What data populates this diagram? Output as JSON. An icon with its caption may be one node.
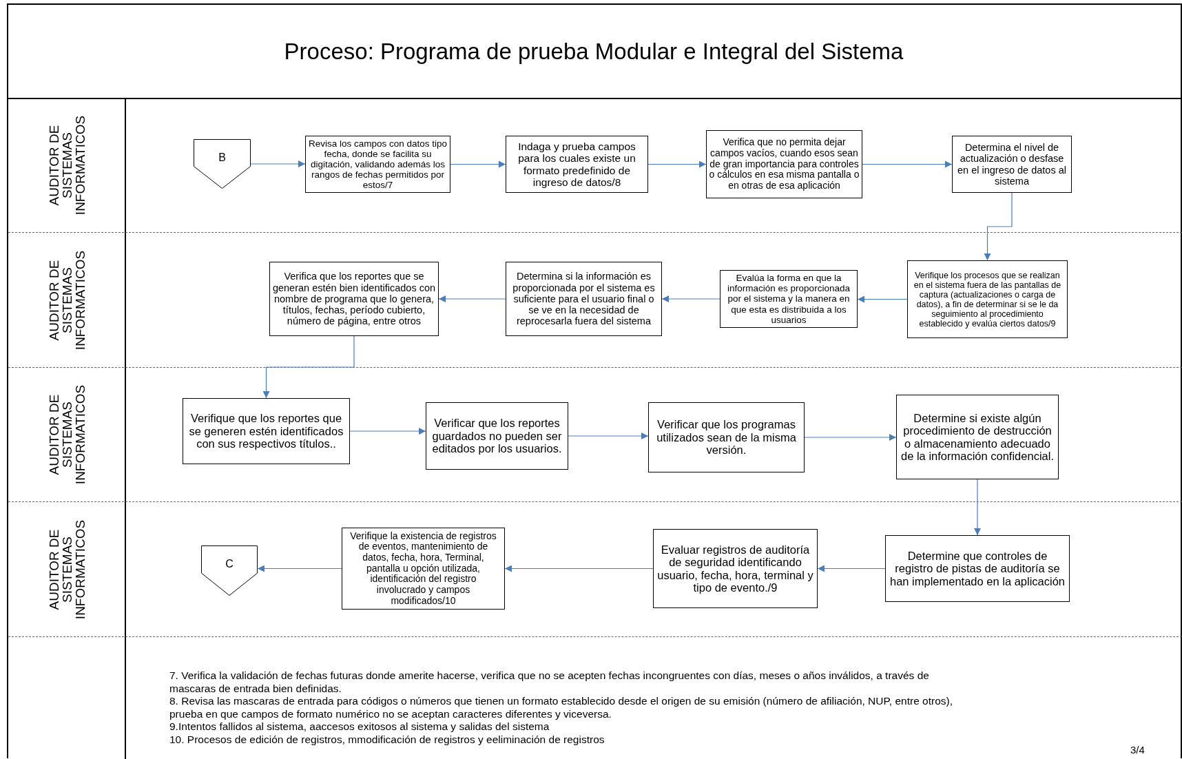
{
  "diagram": {
    "title": "Proceso: Programa de prueba Modular e Integral del Sistema",
    "nodes": [
      {
        "text": [
          "AUDITOR DE SISTEMAS INFORMATICOS"
        ]
      },
      {
        "text": [
          "B"
        ],
        "in": 0
      },
      {
        "text": [
          "Revisa los campos con datos tipo fecha, donde se facilita su digitación, validando además los rangos de fechas permitidos por estos/7"
        ],
        "in": 0
      },
      {
        "text": [
          "Indaga y prueba campos para los cuales existe un formato predefinido de ingreso de datos/8"
        ],
        "in": 0
      },
      {
        "text": [
          "Verifica que no permita dejar campos vacíos, cuando esos sean de gran importancia para controles o cálculos en esa misma pantalla o en otras de esa aplicación"
        ],
        "in": 0
      },
      {
        "text": [
          "Determina el nivel de actualización o desfase en el ingreso de datos al sistema"
        ],
        "in": 0
      },
      {
        "text": [
          "AUDITOR DE SISTEMAS INFORMATICOS"
        ]
      },
      {
        "text": [
          "Verifique los procesos que se realizan en el sistema fuera de las pantallas de captura (actualizaciones o carga de datos), a fin de determinar si se le da seguimiento al procedimiento establecido y evalúa ciertos datos/9"
        ],
        "in": 6
      },
      {
        "text": [
          "Evalúa la forma en que la información es proporcionada por el sistema y la manera en que esta es distribuida a los usuarios"
        ],
        "in": 6
      },
      {
        "text": [
          "Determina si la información es proporcionada por el sistema es suficiente para el usuario final o se ve en la necesidad de reprocesarla fuera del sistema"
        ],
        "in": 6
      },
      {
        "text": [
          "Verifica que los reportes que se generan estén bien identificados con nombre de programa que lo genera, títulos, fechas, período cubierto, número de página, entre otros"
        ],
        "in": 6
      },
      {
        "text": [
          "AUDITOR DE SISTEMAS INFORMATICOS"
        ]
      },
      {
        "text": [
          "Verifique que los reportes que se generen estén identificados con sus respectivos títulos.."
        ],
        "in": 11
      },
      {
        "text": [
          "Verificar que los reportes guardados no pueden ser editados por los usuarios."
        ],
        "in": 11
      },
      {
        "text": [
          "Verificar que los programas utilizados sean de la misma versión."
        ],
        "in": 11
      },
      {
        "text": [
          "Determine si existe algún procedimiento de destrucción o almacenamiento adecuado de la información confidencial."
        ],
        "in": 11
      },
      {
        "text": [
          "AUDITOR DE SISTEMAS INFORMATICOS"
        ]
      },
      {
        "text": [
          "Determine que controles de registro de pistas de auditoría se han implementado en la aplicación"
        ],
        "in": 16
      },
      {
        "text": [
          "Evaluar registros de auditoría de seguridad identificando usuario, fecha, hora, terminal y tipo de evento./9"
        ],
        "in": 16
      },
      {
        "text": [
          "Verifique la existencia de registros de eventos, mantenimiento de datos, fecha, hora, Terminal, pantalla u opción utilizada, identificación del registro involucrado y campos modificados/10"
        ],
        "in": 16
      },
      {
        "text": [
          "C"
        ],
        "in": 16
      }
    ],
    "edges": [
      {
        "from": 1,
        "to": 2,
        "arrow": "to"
      },
      {
        "from": 2,
        "to": 3,
        "arrow": "to"
      },
      {
        "from": 3,
        "to": 4,
        "arrow": "to"
      },
      {
        "from": 4,
        "to": 5,
        "arrow": "to"
      },
      {
        "from": 5,
        "to": 7,
        "arrow": "to"
      },
      {
        "from": 7,
        "to": 8,
        "arrow": "to"
      },
      {
        "from": 8,
        "to": 9,
        "arrow": "to"
      },
      {
        "from": 9,
        "to": 10,
        "arrow": "to"
      },
      {
        "from": 10,
        "to": 12,
        "arrow": "to"
      },
      {
        "from": 12,
        "to": 13,
        "arrow": "to"
      },
      {
        "from": 13,
        "to": 14,
        "arrow": "to"
      },
      {
        "from": 14,
        "to": 15,
        "arrow": "to"
      },
      {
        "from": 15,
        "to": 17,
        "arrow": "to"
      },
      {
        "from": 17,
        "to": 18,
        "arrow": "to"
      },
      {
        "from": 18,
        "to": 19,
        "arrow": "to"
      },
      {
        "from": 19,
        "to": 20,
        "arrow": "to"
      }
    ],
    "labels": [
      "7. Verifica la validación de fechas futuras donde amerite hacerse, verifica que no se acepten fechas incongruentes con días, meses o años inválidos, a través de mascaras de entrada bien definidas.",
      "8. Revisa las mascaras de entrada para códigos o números que tienen un formato establecido desde el origen de su emisión (número de afiliación, NUP, entre otros), prueba en que campos de formato numérico no se aceptan caracteres diferentes y viceversa.",
      "9.Intentos fallidos al sistema, aaccesos exitosos al sistema y salidas del sistema",
      "10. Procesos de edición de registros, mmodificación de registros y eeliminación de registros",
      "3/4"
    ]
  }
}
